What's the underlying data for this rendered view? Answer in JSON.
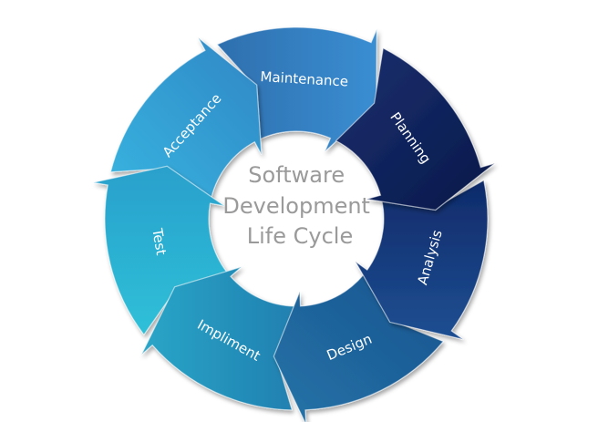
{
  "center_title": {
    "lines": [
      "Software",
      "Development",
      "Life Cycle"
    ]
  },
  "phases": [
    {
      "label": "Planning",
      "color": "#0c1f5c"
    },
    {
      "label": "Analysis",
      "color": "#183f87"
    },
    {
      "label": "Design",
      "color": "#1e5e9a"
    },
    {
      "label": "Impliment",
      "color": "#2493b8"
    },
    {
      "label": "Test",
      "color": "#28a8c8"
    },
    {
      "label": "Acceptance",
      "color": "#3296c8"
    },
    {
      "label": "Maintenance",
      "color": "#2f7cc0"
    }
  ]
}
